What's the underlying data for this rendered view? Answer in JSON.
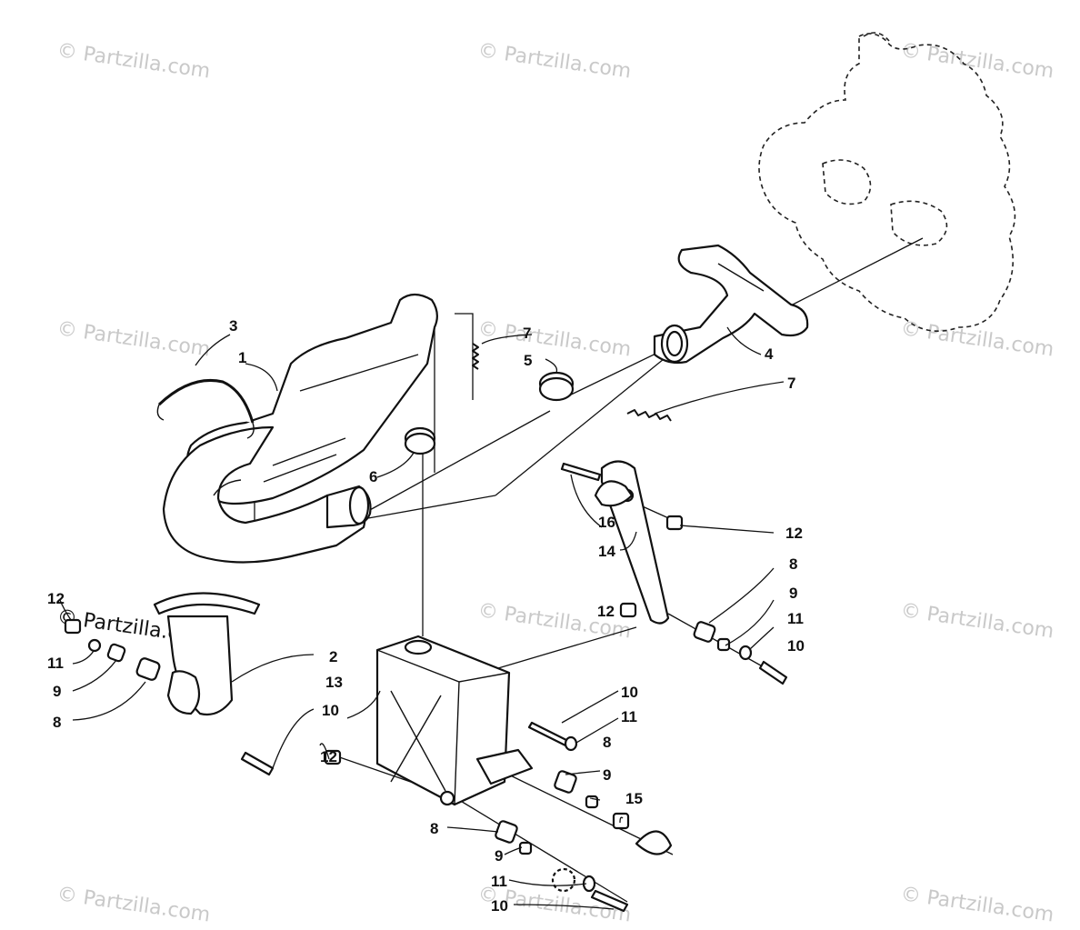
{
  "watermark": "© Partzilla.com",
  "callouts": [
    {
      "label": "1"
    },
    {
      "label": "2"
    },
    {
      "label": "3"
    },
    {
      "label": "4"
    },
    {
      "label": "5"
    },
    {
      "label": "6"
    },
    {
      "label": "7"
    },
    {
      "label": "7"
    },
    {
      "label": "8"
    },
    {
      "label": "8"
    },
    {
      "label": "8"
    },
    {
      "label": "8"
    },
    {
      "label": "9"
    },
    {
      "label": "9"
    },
    {
      "label": "9"
    },
    {
      "label": "9"
    },
    {
      "label": "10"
    },
    {
      "label": "10"
    },
    {
      "label": "10"
    },
    {
      "label": "10"
    },
    {
      "label": "11"
    },
    {
      "label": "11"
    },
    {
      "label": "11"
    },
    {
      "label": "11"
    },
    {
      "label": "12"
    },
    {
      "label": "12"
    },
    {
      "label": "12"
    },
    {
      "label": "12"
    },
    {
      "label": "13"
    },
    {
      "label": "14"
    },
    {
      "label": "15"
    },
    {
      "label": "16"
    }
  ]
}
